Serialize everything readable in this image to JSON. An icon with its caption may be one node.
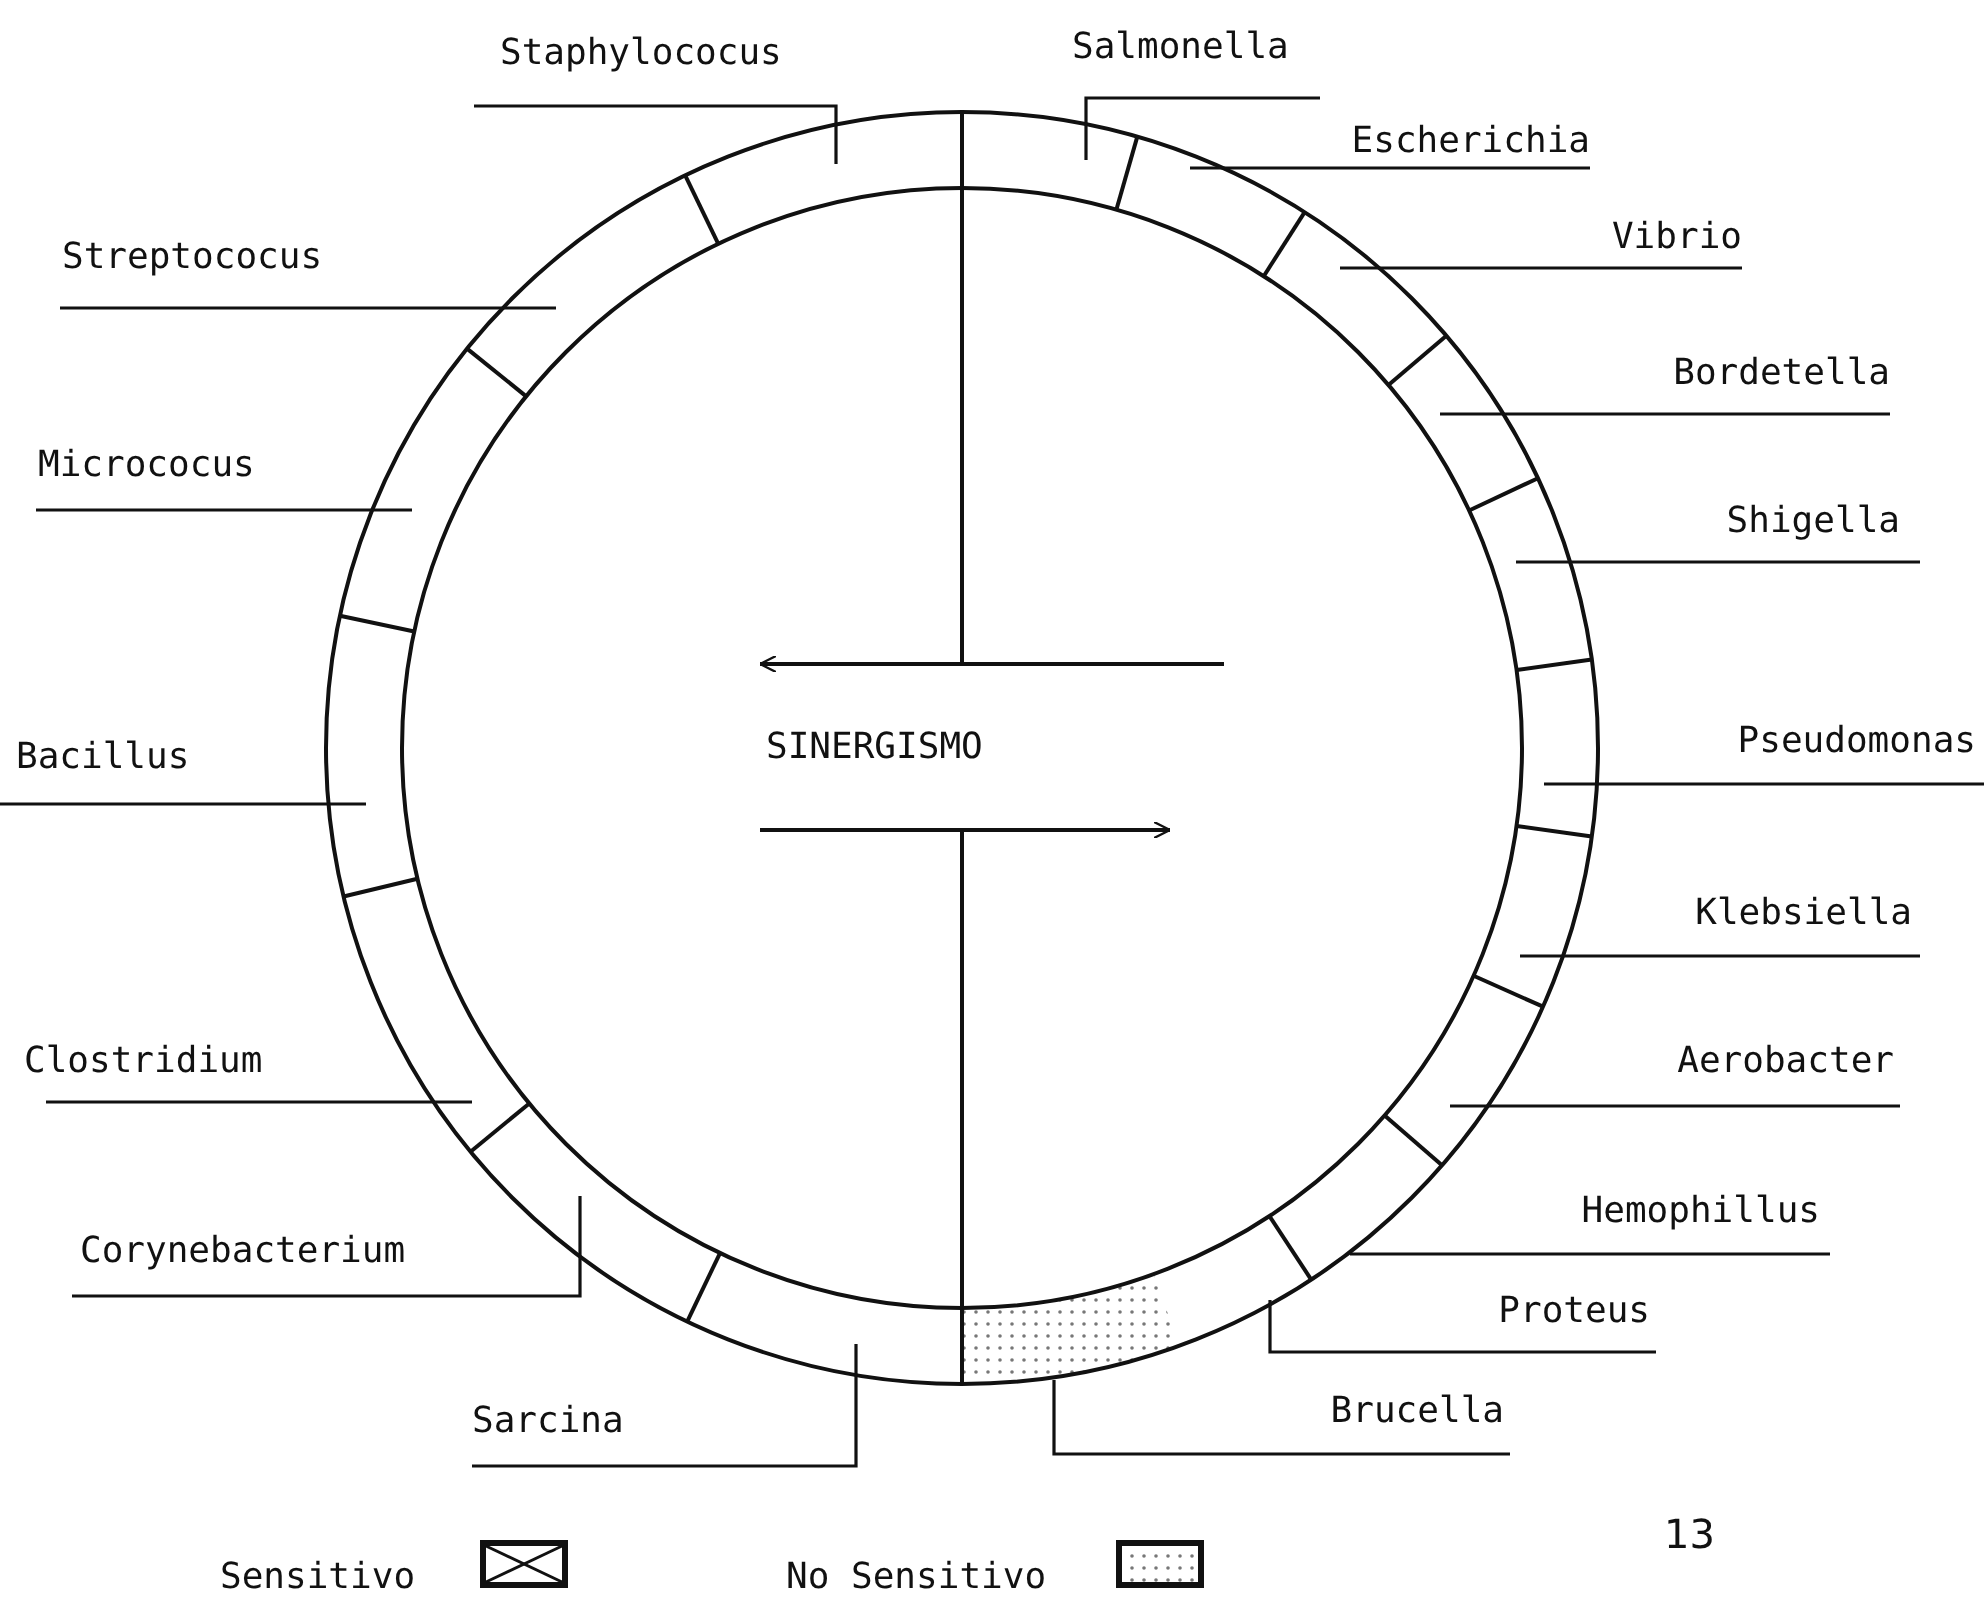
{
  "diagram": {
    "nodes": [
      {
        "text": [
          "Staphylococus"
        ]
      },
      {
        "text": [
          "Salmonella"
        ]
      },
      {
        "text": [
          "Escherichia"
        ]
      },
      {
        "text": [
          "Streptococus"
        ]
      },
      {
        "text": [
          "Vibrio"
        ]
      },
      {
        "text": [
          "Bordetella"
        ]
      },
      {
        "text": [
          "Micrococus"
        ]
      },
      {
        "text": [
          "Shigella"
        ]
      },
      {
        "text": [
          "Bacillus"
        ]
      },
      {
        "text": [
          "Pseudomonas"
        ]
      },
      {
        "text": [
          "Klebsiella"
        ]
      },
      {
        "text": [
          "Clostridium"
        ]
      },
      {
        "text": [
          "Aerobacter"
        ]
      },
      {
        "text": [
          "Hemophillus"
        ]
      },
      {
        "text": [
          "Corynebacterium"
        ]
      },
      {
        "text": [
          "Proteus"
        ]
      },
      {
        "text": [
          "Sarcina"
        ]
      },
      {
        "text": [
          "Brucella"
        ]
      }
    ],
    "edges": [
      {
        "from": 0,
        "to": null,
        "arrow": "none"
      },
      {
        "from": 1,
        "to": null,
        "arrow": "none"
      },
      {
        "from": 2,
        "to": null,
        "arrow": "none"
      },
      {
        "from": 3,
        "to": null,
        "arrow": "none"
      },
      {
        "from": 4,
        "to": null,
        "arrow": "none"
      },
      {
        "from": 5,
        "to": null,
        "arrow": "none"
      },
      {
        "from": 6,
        "to": null,
        "arrow": "none"
      },
      {
        "from": 7,
        "to": null,
        "arrow": "none"
      },
      {
        "from": 8,
        "to": null,
        "arrow": "none"
      },
      {
        "from": 9,
        "to": null,
        "arrow": "none"
      },
      {
        "from": 10,
        "to": null,
        "arrow": "none"
      },
      {
        "from": 11,
        "to": null,
        "arrow": "none"
      },
      {
        "from": 12,
        "to": null,
        "arrow": "none"
      },
      {
        "from": 13,
        "to": null,
        "arrow": "none"
      },
      {
        "from": 14,
        "to": null,
        "arrow": "none"
      },
      {
        "from": 15,
        "to": null,
        "arrow": "none"
      },
      {
        "from": 16,
        "to": null,
        "arrow": "none"
      },
      {
        "from": 17,
        "to": null,
        "arrow": "none"
      }
    ],
    "labels": [
      "SINERGISMO",
      "13"
    ],
    "legend": [
      {
        "text": "Sensitivo"
      },
      {
        "text": "No Sensitivo"
      }
    ]
  }
}
